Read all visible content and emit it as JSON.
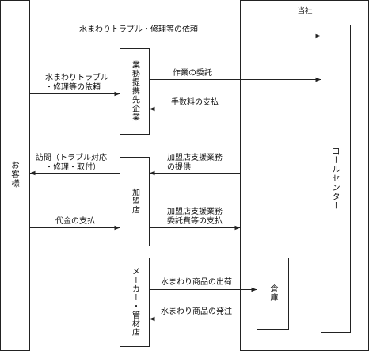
{
  "nodes": {
    "customer": "お客様",
    "company_label": "当社",
    "call_center": "コールセンター",
    "partner": "業務提携先企業",
    "member_store": "加盟店",
    "maker": "メーカー・管材店",
    "warehouse": "倉庫"
  },
  "edges": {
    "e1": "水まわりトラブル・修理等の依頼",
    "e2_line1": "水まわりトラブル",
    "e2_line2": "・修理等の依頼",
    "e3": "作業の委託",
    "e4": "手数料の支払",
    "e5_line1": "訪問（トラブル対応",
    "e5_line2": "・修理・取付）",
    "e6_line1": "加盟店支援業務",
    "e6_line2": "の提供",
    "e7": "代金の支払",
    "e8_line1": "加盟店支援業務",
    "e8_line2": "委託費等の支払",
    "e9": "水まわり商品の出荷",
    "e10": "水まわり商品の発注"
  },
  "colors": {
    "stroke": "#222222",
    "background": "#ffffff"
  }
}
